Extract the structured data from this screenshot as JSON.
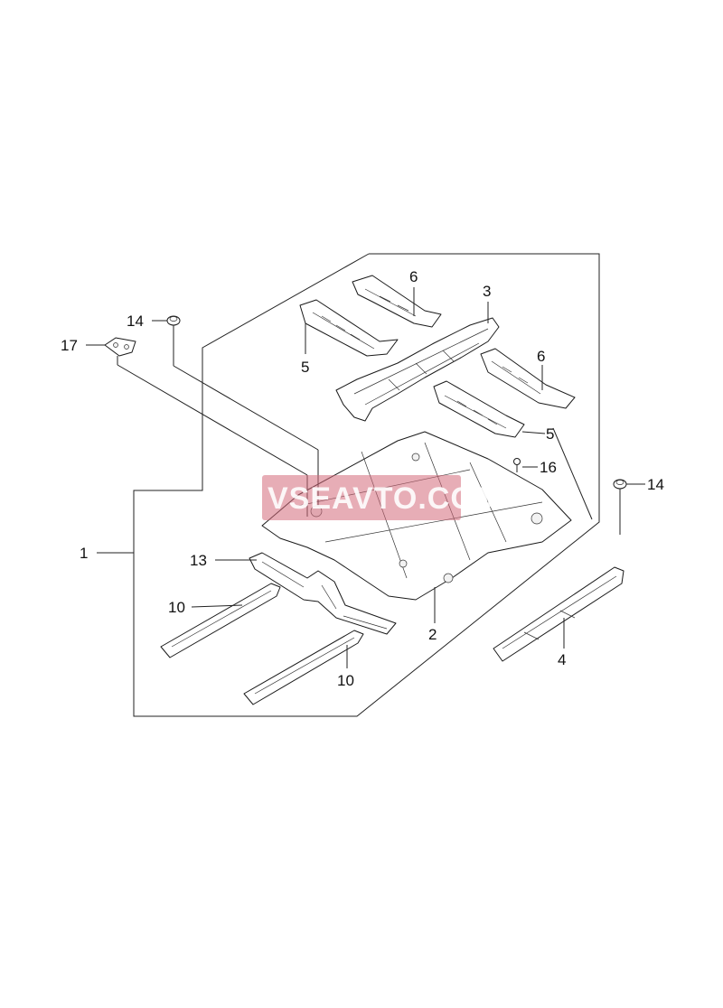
{
  "callouts": {
    "c1": "1",
    "c2": "2",
    "c3": "3",
    "c4": "4",
    "c5a": "5",
    "c5b": "5",
    "c6a": "6",
    "c6b": "6",
    "c10a": "10",
    "c10b": "10",
    "c13": "13",
    "c14a": "14",
    "c14b": "14",
    "c16": "16",
    "c17": "17"
  },
  "watermark": "VSEAVTO.COM",
  "colors": {
    "line": "#222222",
    "watermark": "#d46a7a"
  }
}
